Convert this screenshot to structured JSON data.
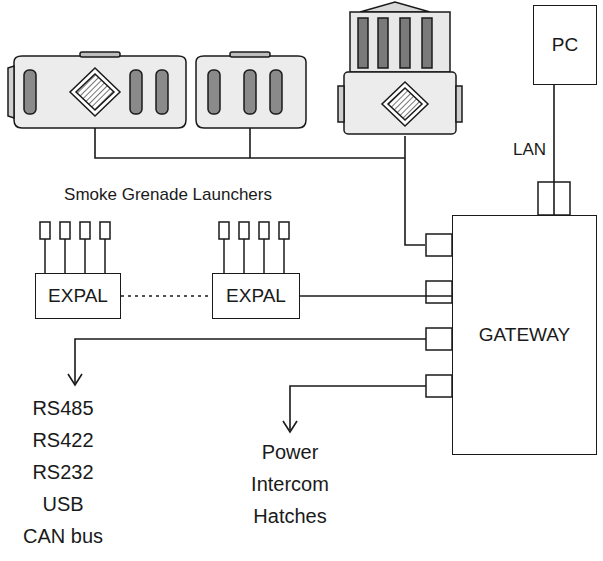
{
  "diagram": {
    "nodes": [
      {
        "text": [
          "PC"
        ]
      },
      {
        "text": [
          "EXPAL"
        ]
      },
      {
        "text": [
          "EXPAL"
        ]
      },
      {
        "text": [
          "GATEWAY"
        ]
      }
    ],
    "edges": [
      {
        "from": 0,
        "to": 3,
        "arrow": "none",
        "label": "LAN"
      },
      {
        "from": 1,
        "to": 2,
        "arrow": "none"
      },
      {
        "from": 2,
        "to": 3,
        "arrow": "none"
      }
    ],
    "labels": [
      "Smoke Grenade Launchers",
      "RS485",
      "RS422",
      "RS232",
      "USB",
      "CAN bus",
      "Power",
      "Intercom",
      "Hatches"
    ]
  }
}
